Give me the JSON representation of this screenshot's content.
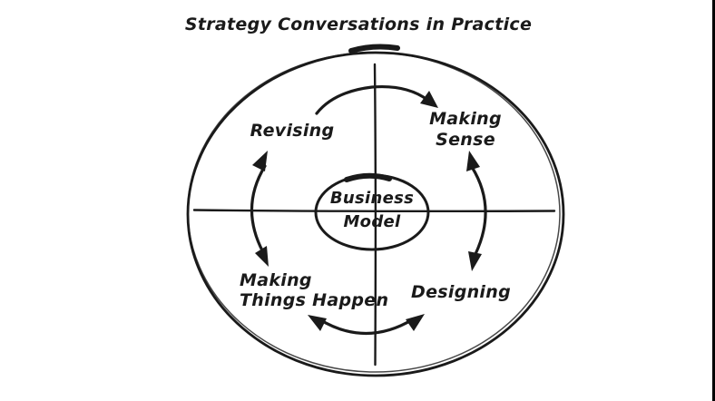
{
  "slide": {
    "background_color": "#ffffff",
    "right_edge_border_color": "#000000"
  },
  "diagram": {
    "type": "cycle-quadrant-diagram",
    "style": "hand-drawn-sketch",
    "ink_color": "#1a1a1a",
    "title": "Strategy Conversations in Practice",
    "center": {
      "label": "Business Model",
      "line1": "Business",
      "line2": "Model",
      "shape": "ellipse"
    },
    "labels": {
      "revising": {
        "label": "Revising",
        "position": "top-left-quadrant"
      },
      "making_sense": {
        "label": "Making Sense",
        "line1": "Making",
        "line2": "Sense",
        "position": "top-right-quadrant"
      },
      "designing": {
        "label": "Designing",
        "position": "bottom-right-quadrant"
      },
      "making_things_happen": {
        "label": "Making Things Happen",
        "line1": "Making",
        "line2": "Things Happen",
        "position": "bottom-left-quadrant"
      }
    },
    "arrows": [
      {
        "name": "top-arrow",
        "from": "Revising",
        "to": "Making Sense",
        "heads": "single",
        "direction": "clockwise"
      },
      {
        "name": "right-arrow",
        "between": [
          "Making Sense",
          "Designing"
        ],
        "heads": "double"
      },
      {
        "name": "bottom-arrow",
        "between": [
          "Designing",
          "Making Things Happen"
        ],
        "heads": "double"
      },
      {
        "name": "left-arrow",
        "between": [
          "Making Things Happen",
          "Revising"
        ],
        "heads": "double"
      }
    ],
    "structure": "large outer circle divided into four quadrants by a cross, small ellipse at center"
  }
}
